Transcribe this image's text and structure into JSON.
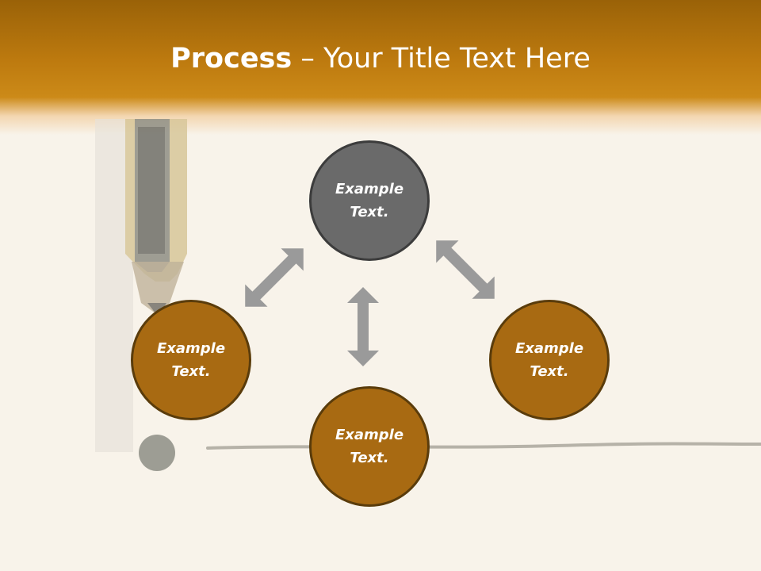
{
  "slide": {
    "title_bold": "Process",
    "title_rest": " – Your Title Text Here"
  },
  "nodes": {
    "top": "Example Text.",
    "left": "Example Text.",
    "right": "Example Text.",
    "bottom": "Example Text."
  },
  "colors": {
    "header": "#bd7a0f",
    "node_fill": "#a86a12",
    "node_border": "#5a3c0b",
    "center_fill": "#6a6a6a",
    "arrow": "#9a9a9a",
    "background": "#f8f3ea"
  },
  "icons": {
    "pencil": "pencil-icon",
    "arrows": "double-headed-arrow-icon"
  }
}
